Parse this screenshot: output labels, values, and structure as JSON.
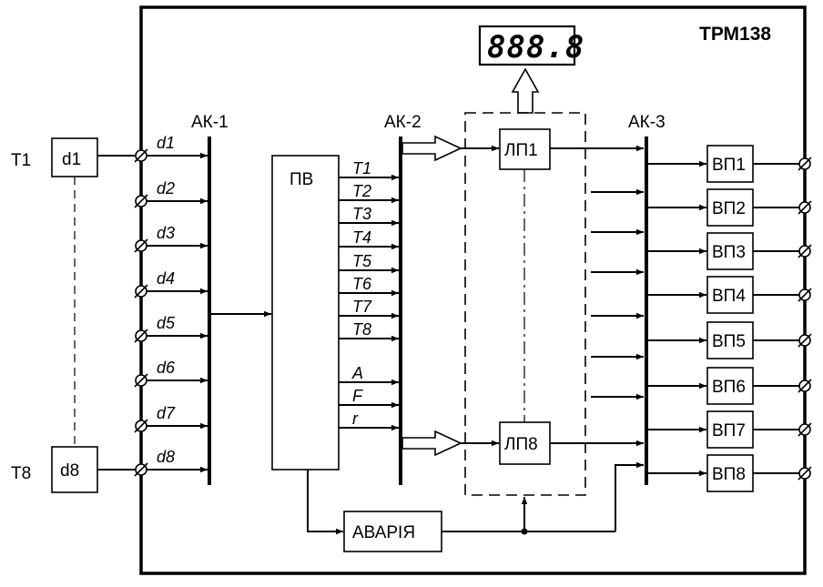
{
  "device": {
    "title": "ТРМ138",
    "display_value": "888.8"
  },
  "buses": {
    "ak1": "АК-1",
    "ak2": "АК-2",
    "ak3": "АК-3"
  },
  "sensors": [
    {
      "terminal": "T1",
      "label": "d1"
    },
    {
      "terminal": "T8",
      "label": "d8"
    }
  ],
  "inputs": [
    "d1",
    "d2",
    "d3",
    "d4",
    "d5",
    "d6",
    "d7",
    "d8"
  ],
  "pv": {
    "label": "ПВ",
    "outputs": [
      "T1",
      "T2",
      "T3",
      "T4",
      "T5",
      "T6",
      "T7",
      "T8",
      "A",
      "F",
      "r"
    ]
  },
  "logic_blocks": [
    "ЛП1",
    "ЛП8"
  ],
  "output_devices": [
    "ВП1",
    "ВП2",
    "ВП3",
    "ВП4",
    "ВП5",
    "ВП6",
    "ВП7",
    "ВП8"
  ],
  "alarm": {
    "label": "АВАРІЯ"
  }
}
